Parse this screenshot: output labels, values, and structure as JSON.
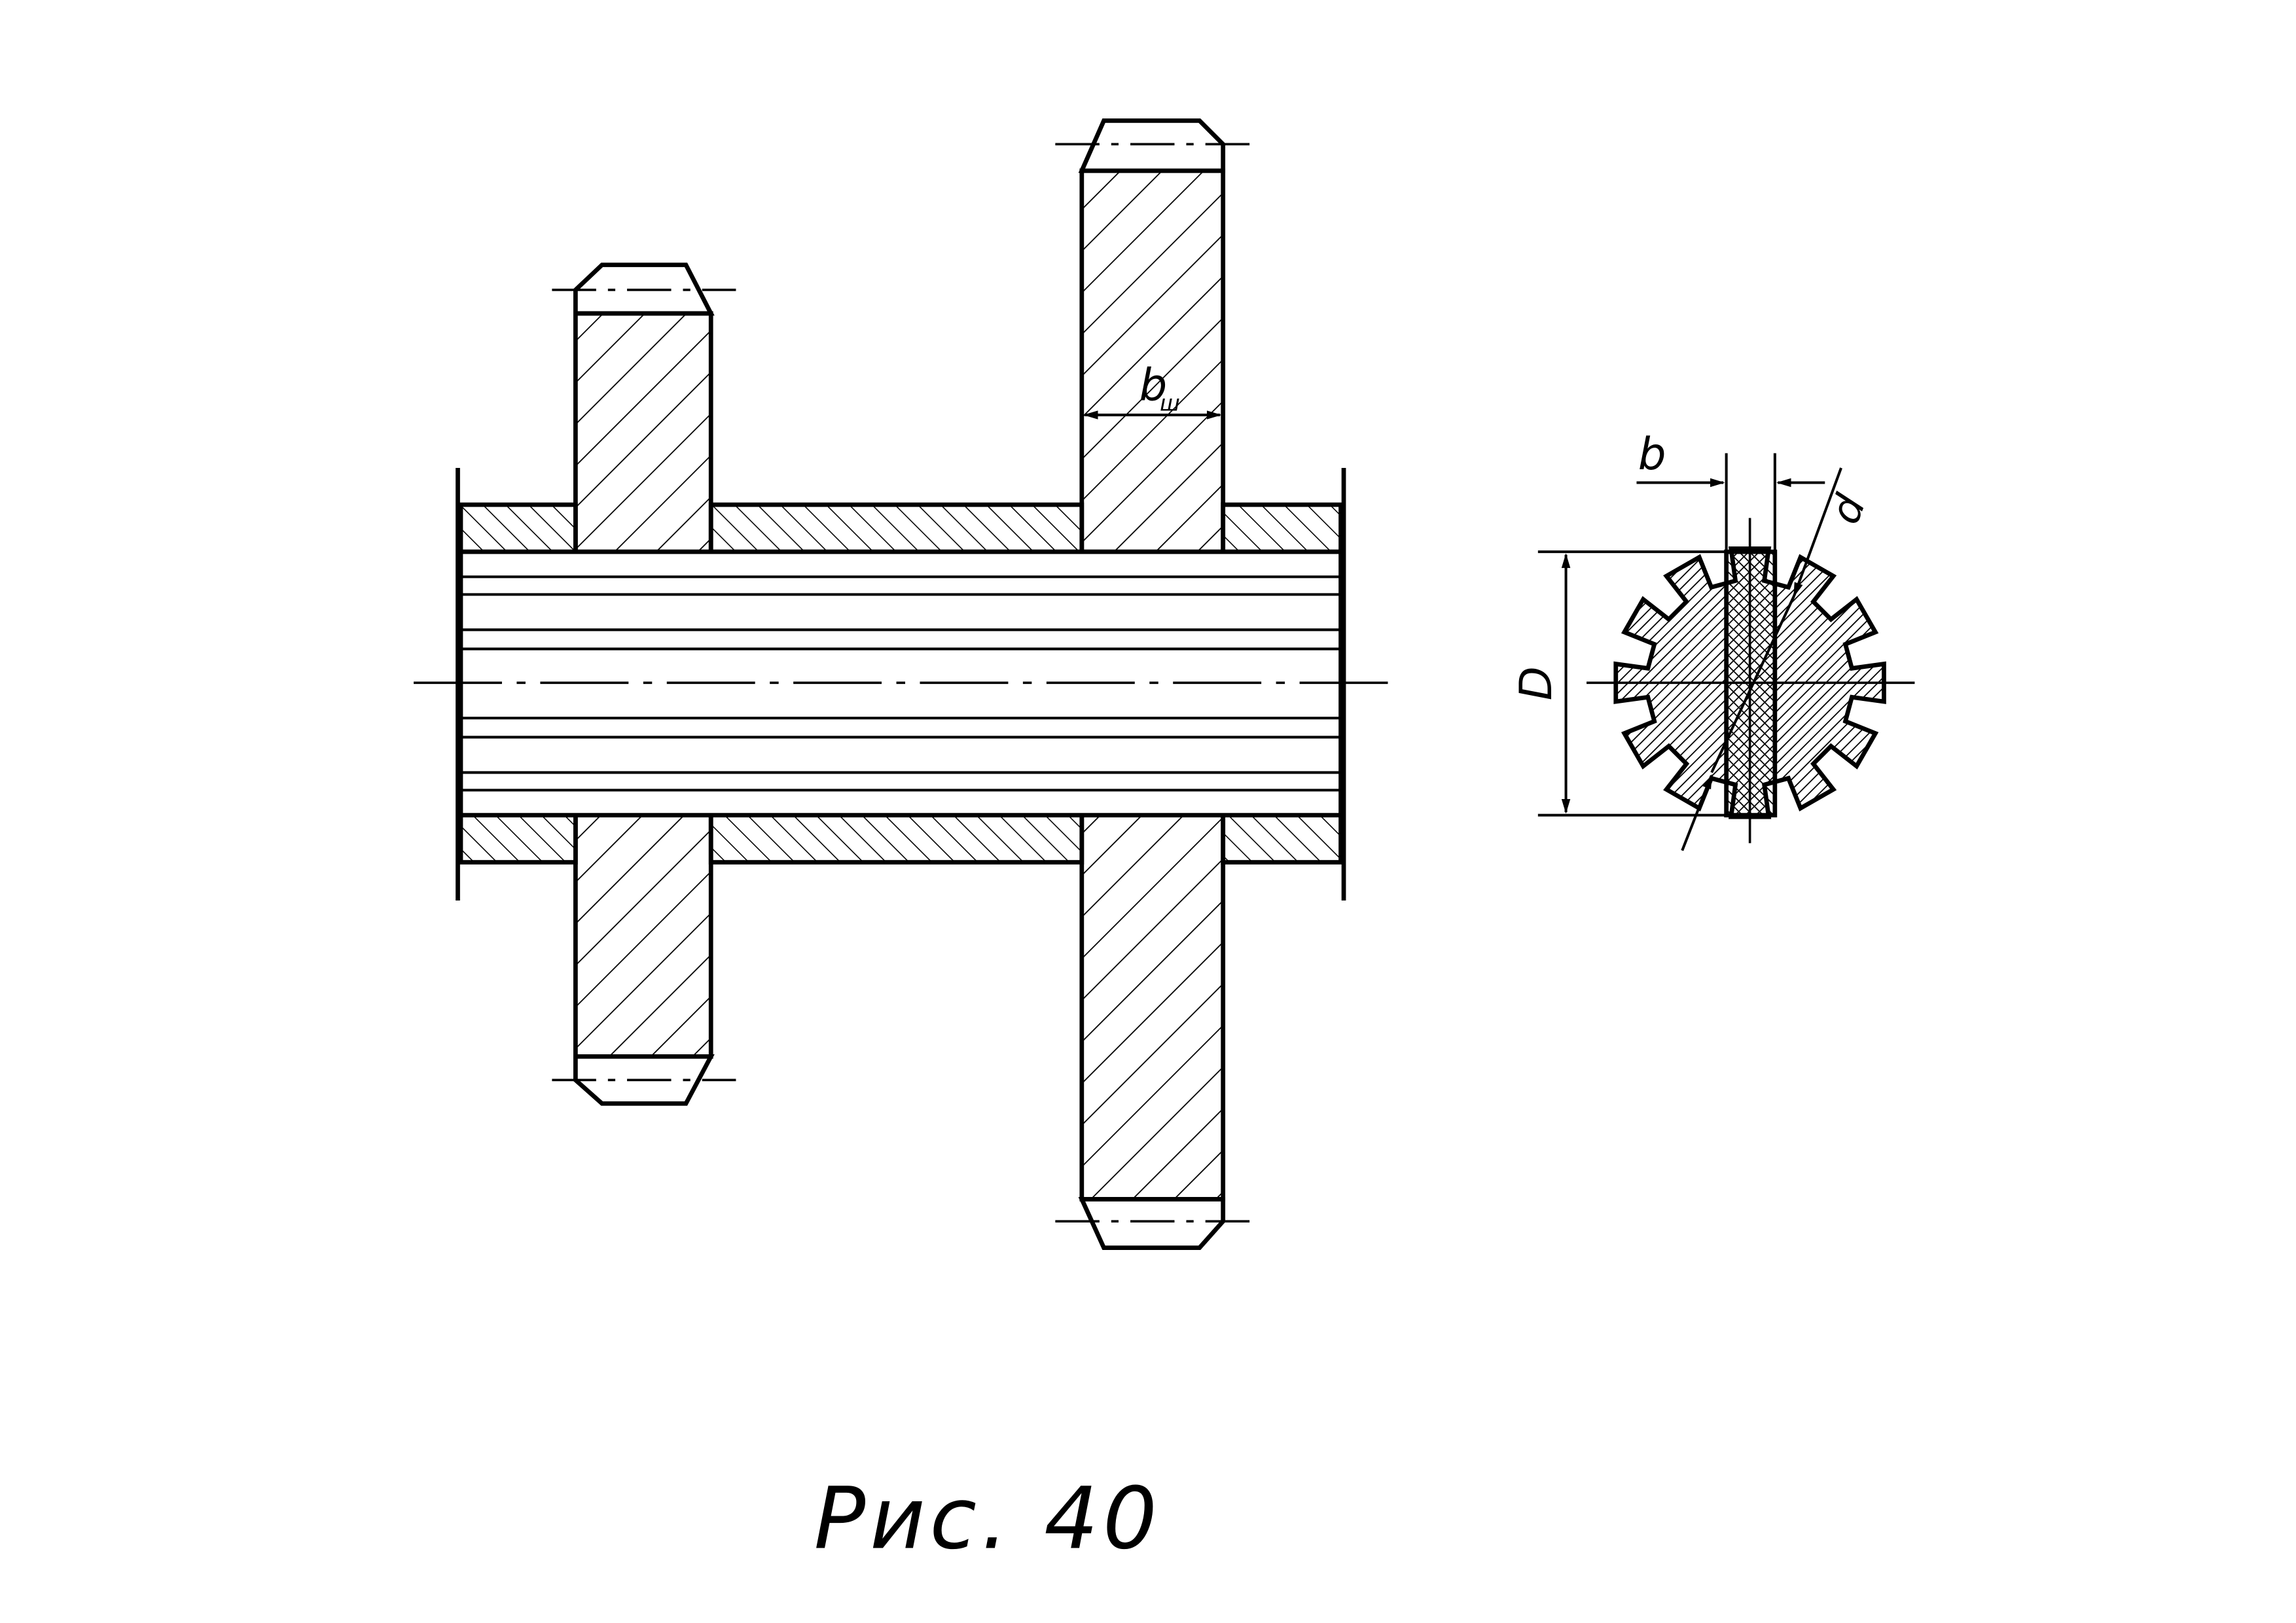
{
  "figure": {
    "caption": "Рис. 40"
  },
  "labels": {
    "face_width_base": "b",
    "face_width_sub": "ш",
    "spline_width": "b",
    "inner_diameter": "d",
    "outer_diameter": "D"
  },
  "colors": {
    "line": "#000000",
    "paper": "#ffffff"
  }
}
